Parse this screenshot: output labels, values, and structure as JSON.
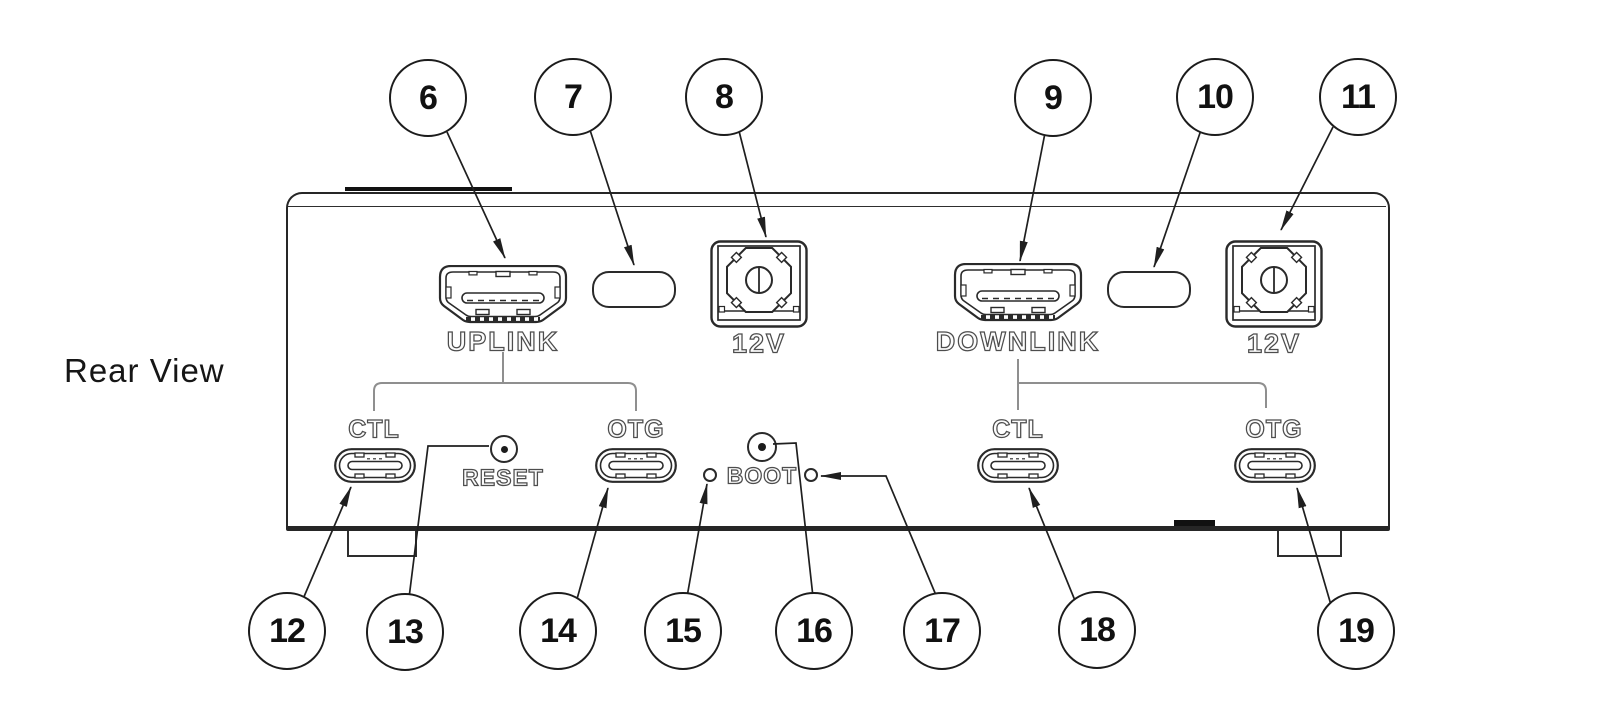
{
  "title": "Rear View",
  "colors": {
    "line": "#1f1f1f",
    "label_outline": "#4d4d4d",
    "bracket": "#8f8f8f"
  },
  "panel": {
    "uplink": "UPLINK",
    "downlink": "DOWNLINK",
    "power_left": "12V",
    "power_right": "12V",
    "ctl_left": "CTL",
    "otg_left": "OTG",
    "ctl_right": "CTL",
    "otg_right": "OTG",
    "reset": "RESET",
    "boot": "BOOT"
  },
  "callouts": [
    {
      "num": "6"
    },
    {
      "num": "7"
    },
    {
      "num": "8"
    },
    {
      "num": "9"
    },
    {
      "num": "10"
    },
    {
      "num": "11"
    },
    {
      "num": "12"
    },
    {
      "num": "13"
    },
    {
      "num": "14"
    },
    {
      "num": "15"
    },
    {
      "num": "16"
    },
    {
      "num": "17"
    },
    {
      "num": "18"
    },
    {
      "num": "19"
    }
  ]
}
